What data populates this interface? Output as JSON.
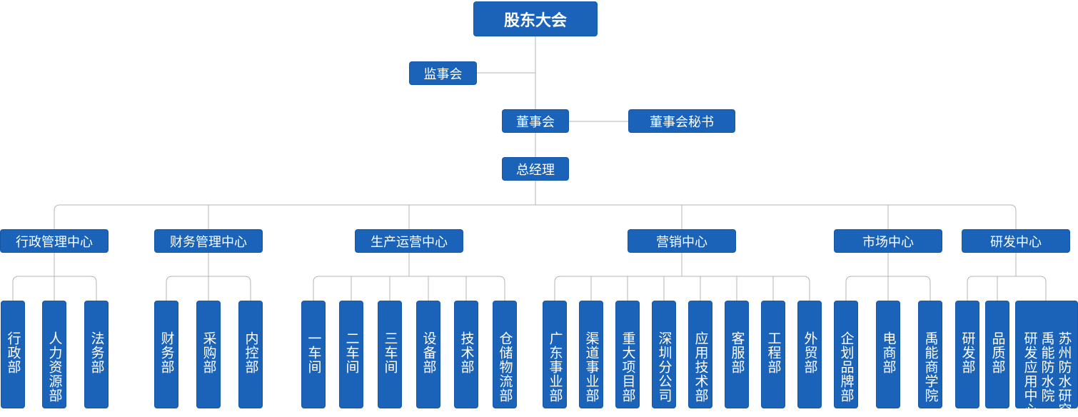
{
  "top": "股东大会",
  "supervisory_board": "监事会",
  "board": "董事会",
  "board_secretary": "董事会秘书",
  "general_manager": "总经理",
  "centers": [
    {
      "name": "行政管理中心",
      "departments": [
        [
          "行政部"
        ],
        [
          "人力资源部"
        ],
        [
          "法务部"
        ]
      ]
    },
    {
      "name": "财务管理中心",
      "departments": [
        [
          "财务部"
        ],
        [
          "采购部"
        ],
        [
          "内控部"
        ]
      ]
    },
    {
      "name": "生产运营中心",
      "departments": [
        [
          "一车间"
        ],
        [
          "二车间"
        ],
        [
          "三车间"
        ],
        [
          "设备部"
        ],
        [
          "技术部"
        ],
        [
          "仓储物流部"
        ]
      ]
    },
    {
      "name": "营销中心",
      "departments": [
        [
          "广东事业部"
        ],
        [
          "渠道事业部"
        ],
        [
          "重大项目部"
        ],
        [
          "深圳分公司"
        ],
        [
          "应用技术部"
        ],
        [
          "客服部"
        ],
        [
          "工程部"
        ],
        [
          "外贸部"
        ]
      ]
    },
    {
      "name": "市场中心",
      "departments": [
        [
          "企划品牌部"
        ],
        [
          "电商部"
        ],
        [
          "禹能商学院"
        ]
      ]
    },
    {
      "name": "研发中心",
      "departments": [
        [
          "研发部"
        ],
        [
          "品质部"
        ],
        [
          "苏州防水研究",
          "禹能防水院"
        ],
        [
          "研发应用中心"
        ]
      ]
    }
  ],
  "colors": {
    "box": "#1b63b8",
    "line": "#b5b5b5"
  }
}
